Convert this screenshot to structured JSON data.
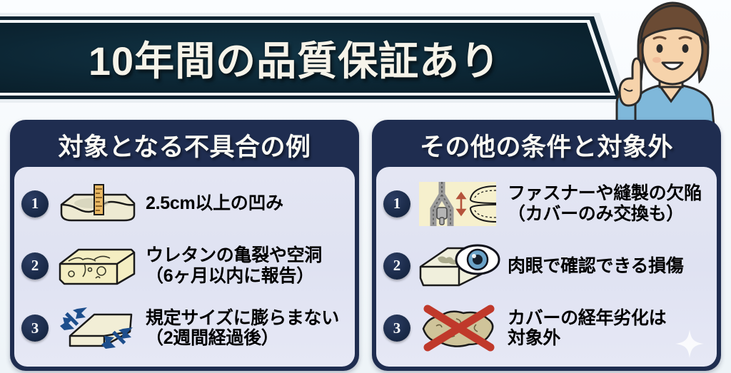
{
  "banner": {
    "title": "10年間の品質保証あり"
  },
  "character": {
    "name": "pointing-woman-illustration",
    "hair_color": "#6b4b34",
    "skin_color": "#f6d3ab",
    "shirt_color": "#7fb8da"
  },
  "colors": {
    "banner_bg": "#0c2634",
    "banner_text": "#f6f3e9",
    "card_frame": "#1f2d50",
    "card_body": "#e2e5f2",
    "badge": "#182845",
    "page_bg": "#f4f8fb",
    "accent_red": "#c0392b"
  },
  "cards": [
    {
      "id": "covered-defects",
      "title": "対象となる不具合の例",
      "items": [
        {
          "number": "1",
          "icon": "mattress-sag-ruler-icon",
          "line1": "2.5cm以上の凹み",
          "line2": ""
        },
        {
          "number": "2",
          "icon": "cracked-foam-block-icon",
          "line1": "ウレタンの亀裂や空洞",
          "line2": "（6ヶ月以内に報告）"
        },
        {
          "number": "3",
          "icon": "mattress-expansion-arrows-icon",
          "line1": "規定サイズに膨らまない",
          "line2": "（2週間経過後）"
        }
      ]
    },
    {
      "id": "other-conditions-exclusions",
      "title": "その他の条件と対象外",
      "items": [
        {
          "number": "1",
          "icon": "zipper-stitching-defect-icon",
          "line1": "ファスナーや縫製の欠陥",
          "line2": "（カバーのみ交換も）"
        },
        {
          "number": "2",
          "icon": "eye-visible-damage-icon",
          "line1": "肉眼で確認できる損傷",
          "line2": ""
        },
        {
          "number": "3",
          "icon": "crossed-out-worn-cover-icon",
          "line1": "カバーの経年劣化は",
          "line2": "対象外"
        }
      ]
    }
  ],
  "decoration": {
    "sparkle": "sparkle-icon"
  }
}
